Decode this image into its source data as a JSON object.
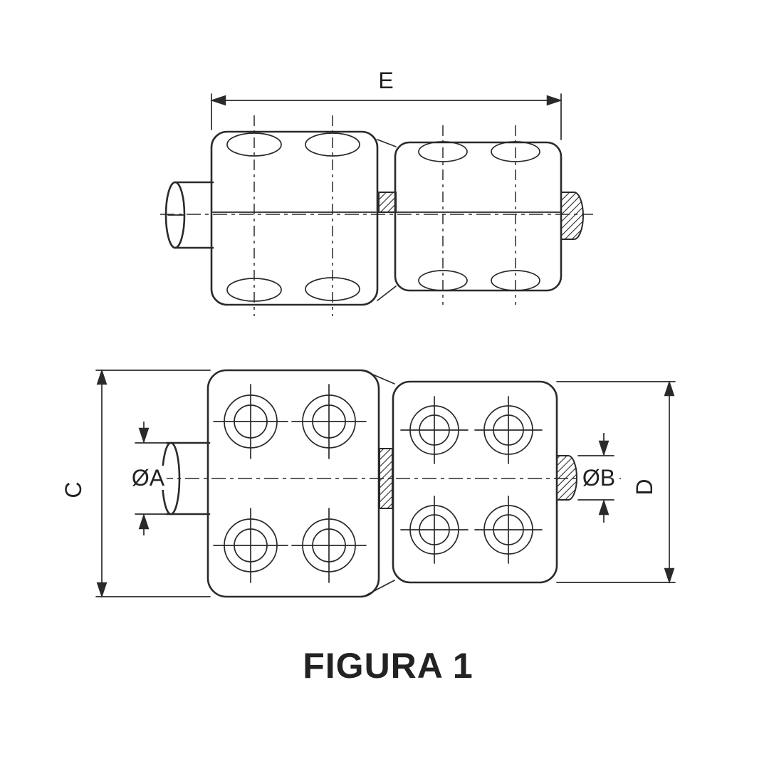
{
  "title": "FIGURA 1",
  "labels": {
    "e": "E",
    "c": "C",
    "d": "D",
    "dia_a": "ØA",
    "dia_b": "ØB"
  },
  "colors": {
    "line": "#2a2a2a",
    "background": "#ffffff",
    "text": "#222222"
  }
}
